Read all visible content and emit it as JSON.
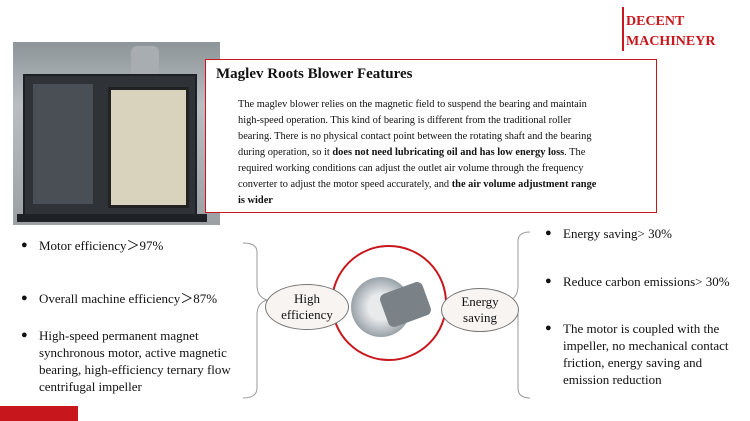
{
  "brand": {
    "line1": "DECENT",
    "line2": "MACHINEYR",
    "color": "#c8161d"
  },
  "features": {
    "title": "Maglev Roots Blower Features",
    "text_a": "The maglev blower relies on the magnetic field to suspend the bearing and maintain high-speed operation. This kind of bearing is different from the traditional roller bearing. There is no physical contact point between the rotating shaft and the bearing during operation, so it ",
    "text_b": "does not need lubricating oil and has low energy loss",
    "text_c": ". The required working conditions can adjust the outlet air volume through the frequency converter to adjust the motor speed accurately, and ",
    "text_d": "the air volume adjustment range is wider"
  },
  "left_list": [
    "Motor efficiency＞97%",
    "Overall machine efficiency＞87%",
    "High-speed permanent magnet synchronous motor, active magnetic bearing, high-efficiency ternary flow centrifugal impeller"
  ],
  "right_list": [
    "Energy saving> 30%",
    "Reduce carbon emissions> 30%",
    "The motor is coupled with the impeller, no mechanical contact friction, energy saving and emission reduction"
  ],
  "labels": {
    "high": "High",
    "efficiency": "efficiency",
    "energy": "Energy",
    "saving": "saving"
  },
  "bullet": "●",
  "images": {
    "machine_photo": "maglev-blower-photo",
    "impeller_photo": "impeller-cutaway-photo"
  }
}
